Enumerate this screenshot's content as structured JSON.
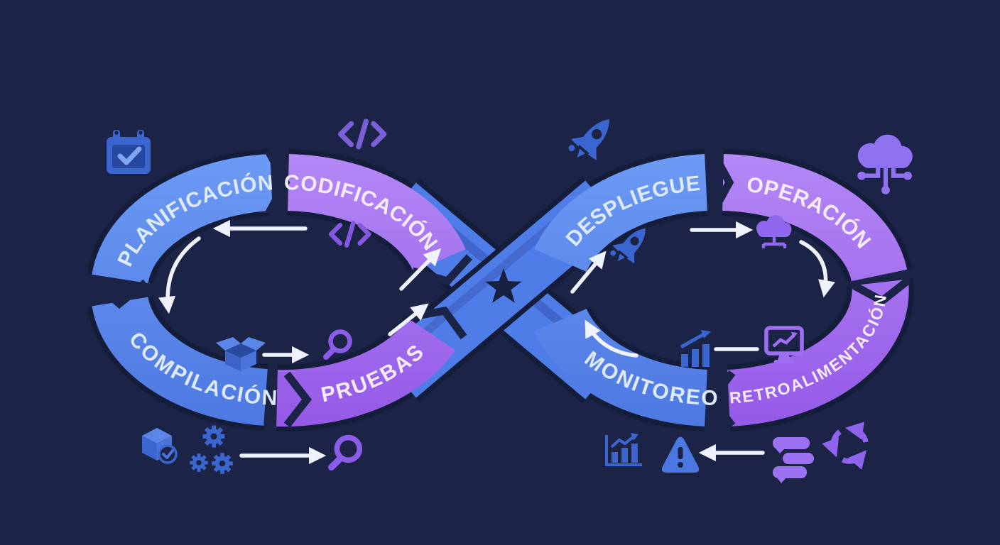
{
  "colors": {
    "background": "#1b2347",
    "blue_stage": "#5b89ec",
    "purple_stage": "#a473f0",
    "ribbon_blue": "#4e7de8",
    "blue_icon": "#3b66cf",
    "purple_icon": "#8a5ce8",
    "arrow": "#eef3ff",
    "label_on_blue": "#ddeafc",
    "label_on_purple": "#f6eaff",
    "star": "#16203f"
  },
  "loops": {
    "left": {
      "stages": [
        {
          "label": "PLANIFICACIÓN",
          "color": "blue"
        },
        {
          "label": "CODIFICACIÓN",
          "color": "purple"
        },
        {
          "label": "COMPILACIÓN",
          "color": "blue"
        },
        {
          "label": "PRUEBAS",
          "color": "purple"
        }
      ]
    },
    "right": {
      "stages": [
        {
          "label": "DESPLIEGUE",
          "color": "blue"
        },
        {
          "label": "OPERACIÓN",
          "color": "purple"
        },
        {
          "label": "MONITOREO",
          "color": "blue"
        },
        {
          "label": "RETROALIMENTACIÓN",
          "color": "purple"
        }
      ]
    }
  },
  "icons": {
    "top": [
      "calendar-check-icon",
      "code-brackets-icon",
      "rocket-icon",
      "cloud-network-icon"
    ],
    "left_loop_inner": [
      "code-brackets-icon",
      "open-box-icon",
      "magnifier-icon"
    ],
    "right_loop_inner": [
      "rocket-icon",
      "cloud-server-icon",
      "bar-chart-growth-icon",
      "monitor-chart-icon"
    ],
    "bottom_left": [
      "package-check-icon",
      "gears-icon",
      "magnifier-icon"
    ],
    "bottom_right": [
      "bar-chart-growth-icon",
      "warning-triangle-icon",
      "chat-bubbles-icon",
      "refresh-cycle-icon"
    ],
    "center": "star-icon"
  }
}
